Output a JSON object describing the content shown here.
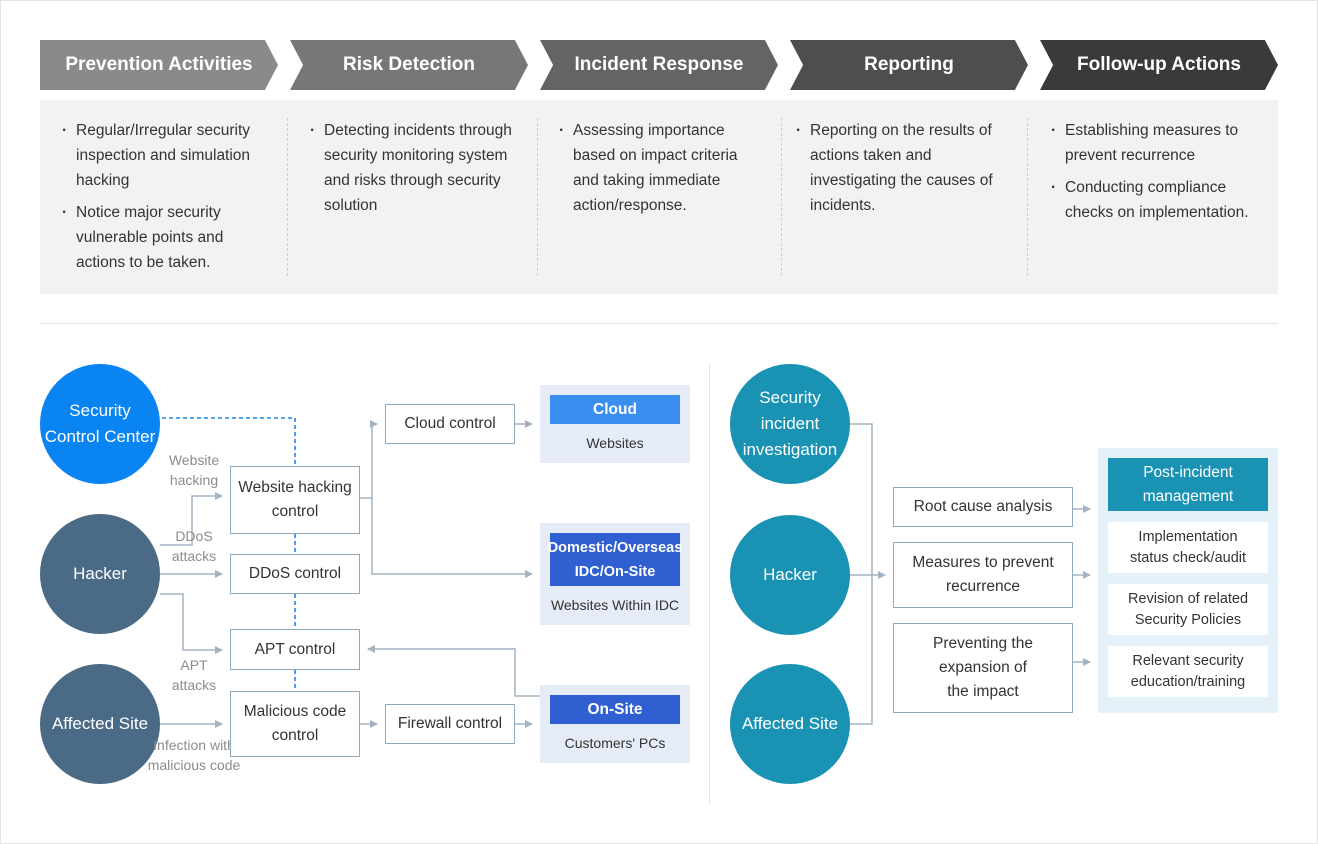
{
  "steps": [
    {
      "label": "Prevention Activities",
      "color": "#8a8a8a"
    },
    {
      "label": "Risk Detection",
      "color": "#777777"
    },
    {
      "label": "Incident Response",
      "color": "#646464"
    },
    {
      "label": "Reporting",
      "color": "#4e4e4e"
    },
    {
      "label": "Follow-up Actions",
      "color": "#3a3a3a"
    }
  ],
  "details": [
    {
      "bullets": [
        "Regular/Irregular security inspection and simulation hacking",
        "Notice major security vulnerable points and actions to be taken."
      ]
    },
    {
      "bullets": [
        "Detecting incidents through security monitoring system and risks through security solution"
      ]
    },
    {
      "bullets": [
        "Assessing importance based on impact criteria and taking immediate action/response."
      ]
    },
    {
      "bullets": [
        "Reporting on the results of actions taken and investigating the causes of incidents."
      ]
    },
    {
      "bullets": [
        "Establishing measures to prevent recurrence",
        "Conducting compliance checks on implementation."
      ]
    }
  ],
  "left_diagram": {
    "sources": {
      "control_center": "Security Control Center",
      "hacker": "Hacker",
      "affected_site": "Affected Site"
    },
    "sources_colors": {
      "control_center": "#0a84f0",
      "hacker": "#4a6a85",
      "affected_site": "#4a6a85"
    },
    "labels": {
      "website_hacking": "Website hacking",
      "ddos_attacks": "DDoS attacks",
      "apt_attacks": "APT attacks",
      "infection": "Infection with malicious code"
    },
    "controls": {
      "website": "Website hacking control",
      "ddos": "DDoS control",
      "apt": "APT control",
      "malicious": "Malicious code control",
      "cloud": "Cloud control",
      "firewall": "Firewall control"
    },
    "targets": [
      {
        "head": "Cloud",
        "sub": "Websites",
        "color": "#3a8ef0"
      },
      {
        "head": "Domestic/Overseas IDC/On-Site",
        "sub": "Websites Within IDC",
        "color": "#2f5fd1"
      },
      {
        "head": "On-Site",
        "sub": "Customers' PCs",
        "color": "#2f5fd1"
      }
    ]
  },
  "right_diagram": {
    "sources": {
      "investigation": "Security incident investigation",
      "hacker": "Hacker",
      "affected_site": "Affected Site"
    },
    "source_color": "#1a92b3",
    "actions": [
      "Root cause analysis",
      "Measures to prevent recurrence",
      "Preventing the expansion of the impact"
    ],
    "post": {
      "head": "Post-incident management",
      "items": [
        "Implementation status check/audit",
        "Revision of related Security Policies",
        "Relevant security education/training"
      ]
    }
  }
}
